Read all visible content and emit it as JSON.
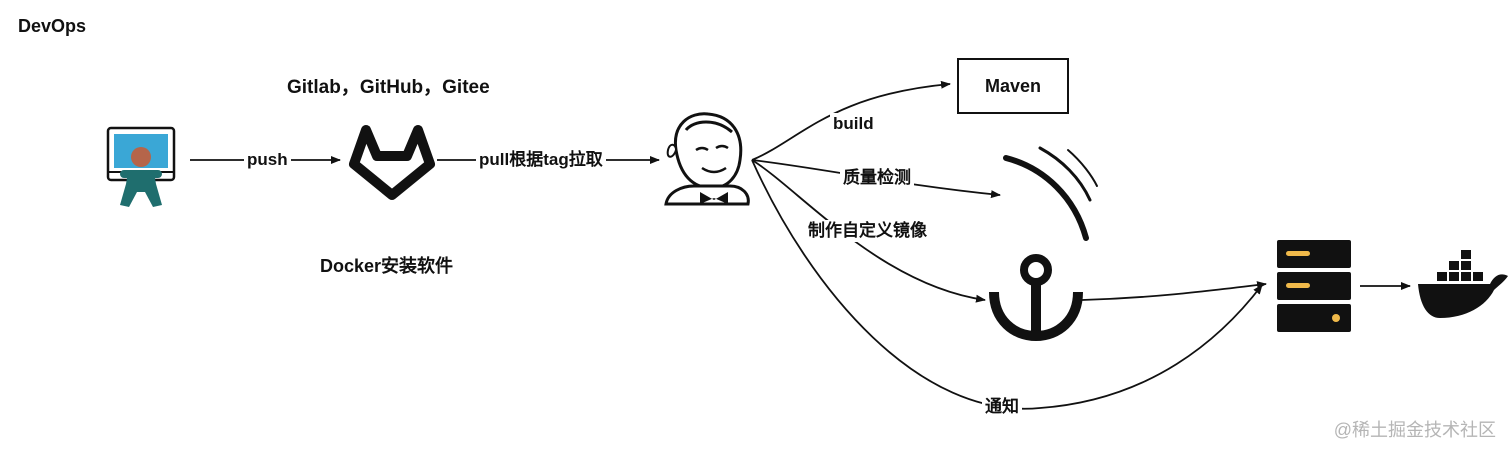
{
  "title": "DevOps",
  "repos_label": "Gitlab，GitHub，Gitee",
  "docker_label": "Docker安装软件",
  "edges": {
    "push": "push",
    "pull": "pull根据tag拉取",
    "build": "build",
    "quality": "质量检测",
    "image": "制作自定义镜像",
    "notify": "通知"
  },
  "maven": "Maven",
  "watermark": "@稀土掘金技术社区",
  "icons": {
    "developer": "developer-computer-icon",
    "gitlab": "gitlab-icon",
    "jenkins": "jenkins-icon",
    "sonarqube": "sonarqube-icon",
    "harbor": "harbor-anchor-icon",
    "server": "server-icon",
    "docker": "docker-whale-icon"
  },
  "colors": {
    "developer_screen": "#3aa7d6",
    "developer_body": "#1f6e6e",
    "stroke": "#111111",
    "server_light": "#f0b94a"
  }
}
